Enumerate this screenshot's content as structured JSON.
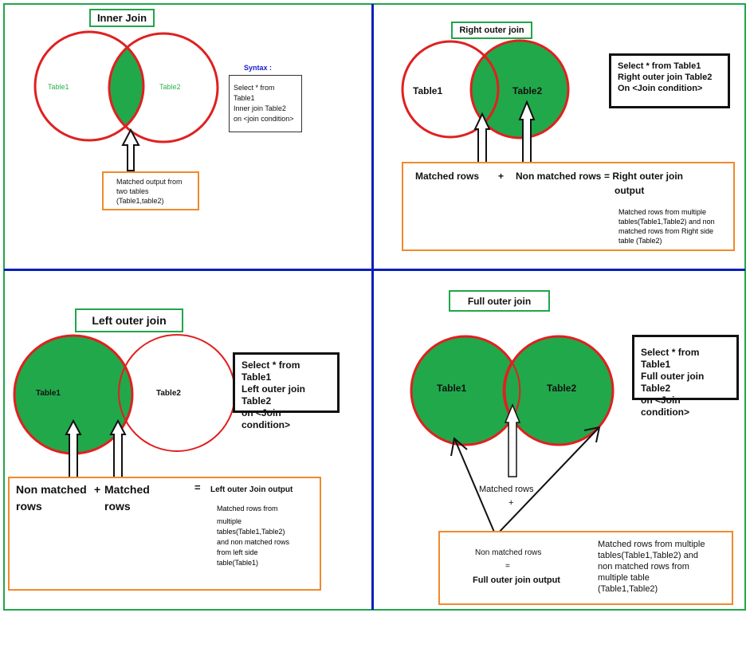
{
  "inner": {
    "title": "Inner Join",
    "left_label": "Table1",
    "right_label": "Table2",
    "syntax_label": "Syntax :",
    "syntax_lines": [
      "Select * from Table1",
      "Inner join Table2",
      "on <join condition>"
    ],
    "output_lines": [
      "Matched output from",
      "two tables",
      "(Table1,table2)"
    ]
  },
  "right": {
    "title": "Right outer join",
    "left_label": "Table1",
    "right_label": "Table2",
    "query_lines": [
      "Select * from Table1",
      "Right outer join  Table2",
      "On <Join condition>"
    ],
    "matched": "Matched rows",
    "plus": "+",
    "non_matched": "Non matched rows",
    "equals_result": "= Right outer join",
    "output": "output",
    "desc_lines": [
      "Matched rows from multiple",
      "tables(Table1,Table2)  and non",
      "matched rows from Right side",
      "table (Table2)"
    ]
  },
  "left": {
    "title": "Left outer join",
    "left_label": "Table1",
    "right_label": "Table2",
    "query_lines": [
      "Select * from Table1",
      "Left outer join Table2",
      "on <Join condition>"
    ],
    "non_matched_1": "Non matched",
    "non_matched_2": "rows",
    "plus": "+",
    "matched_1": "Matched",
    "matched_2": "rows",
    "equals": "=",
    "result": "Left outer Join output",
    "desc_lines": [
      "Matched rows from",
      "multiple",
      "tables(Table1,Table2)",
      "and non matched rows",
      "from left side",
      "table(Table1)"
    ]
  },
  "full": {
    "title": "Full outer join",
    "left_label": "Table1",
    "right_label": "Table2",
    "query_lines": [
      "Select * from Table1",
      "Full outer join Table2",
      "on <Join condition>"
    ],
    "matched_rows": "Matched rows",
    "plus": "+",
    "non_matched": "Non matched rows",
    "equals": "=",
    "result": "Full outer join output",
    "desc_lines": [
      "Matched rows from multiple",
      "tables(Table1,Table2) and",
      "non matched rows from",
      "multiple table",
      "(Table1,Table2)"
    ]
  },
  "colors": {
    "green_fill": "#21a84a",
    "circle_red": "#e02020",
    "frame_green": "#22a54a",
    "divider_blue": "#0a1fb8",
    "orange": "#f08a2c",
    "label_green": "#2bb24c",
    "syntax_blue": "#1a1acc"
  }
}
